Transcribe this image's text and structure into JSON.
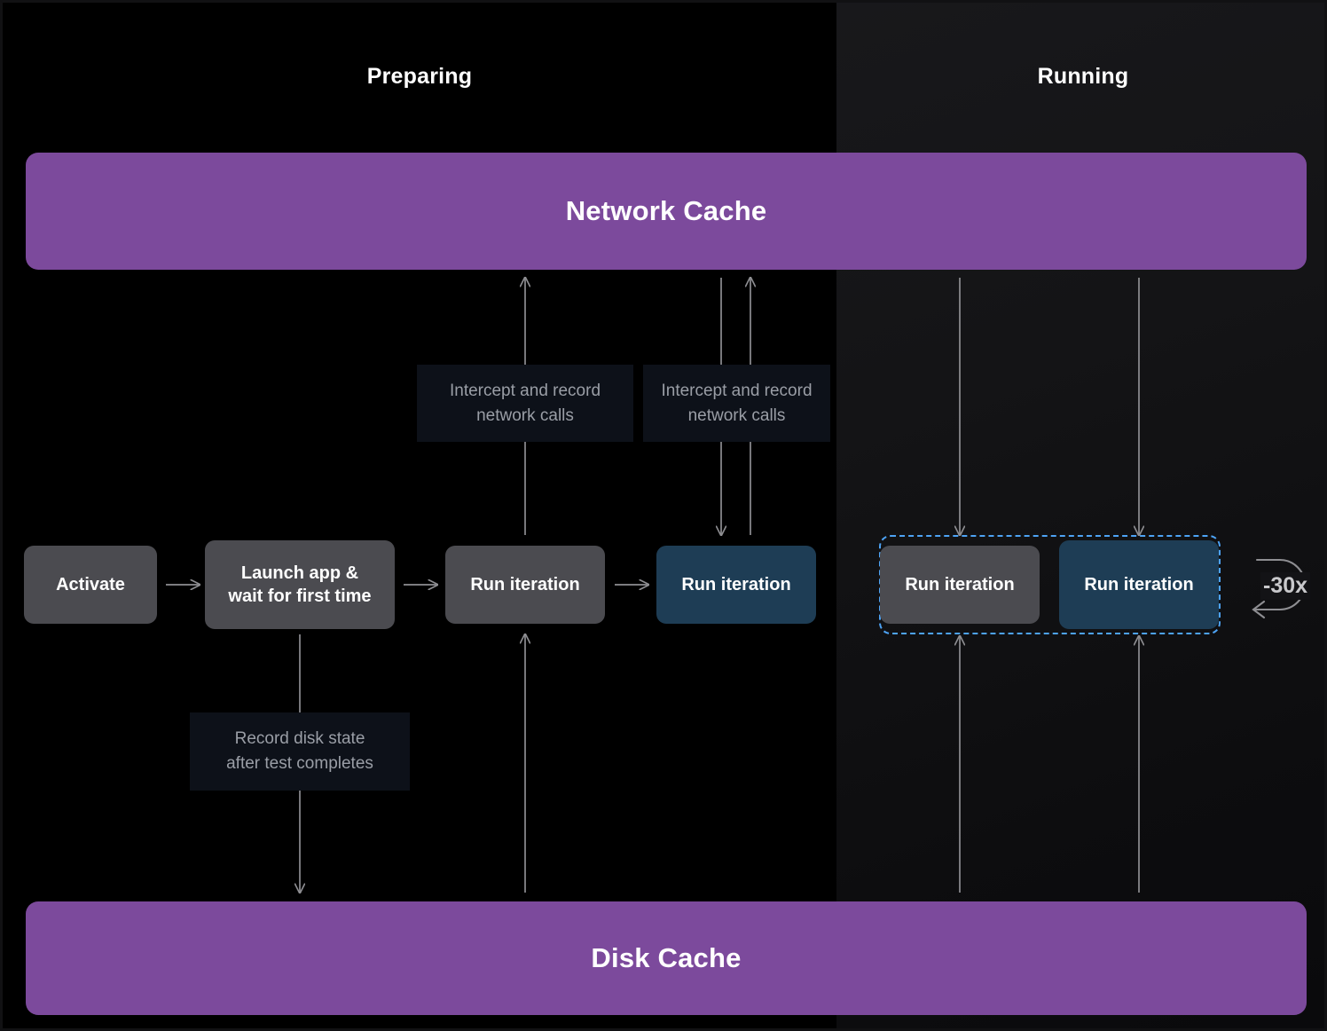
{
  "diagram": {
    "title_preparing": "Preparing",
    "title_running": "Running",
    "accent_purple": "#7c4a9c",
    "accent_blue_dashed": "#4da3f5",
    "node_grey": "#4b4b50",
    "node_blue": "#1e3d55",
    "note_bg": "#0d1119",
    "background": "#000000",
    "running_column_bg": "#131316"
  },
  "caches": {
    "network": "Network Cache",
    "disk": "Disk Cache"
  },
  "preparing": {
    "nodes": [
      {
        "label": "Activate",
        "style": "grey"
      },
      {
        "label": "Launch app &\nwait for first time",
        "line1": "Launch app &",
        "line2": "wait for first time",
        "style": "grey"
      },
      {
        "label": "Run iteration",
        "style": "grey"
      },
      {
        "label": "Run iteration",
        "style": "blue"
      }
    ],
    "notes": [
      {
        "line1": "Intercept and record",
        "line2": "network calls"
      },
      {
        "line1": "Intercept and record",
        "line2": "network calls"
      },
      {
        "line1": "Record disk state",
        "line2": "after test completes"
      }
    ]
  },
  "running": {
    "nodes": [
      {
        "label": "Run iteration",
        "style": "grey"
      },
      {
        "label": "Run iteration",
        "style": "blue"
      }
    ],
    "loop_badge": "-30x",
    "loop_icon": "loop-arrow-icon"
  }
}
